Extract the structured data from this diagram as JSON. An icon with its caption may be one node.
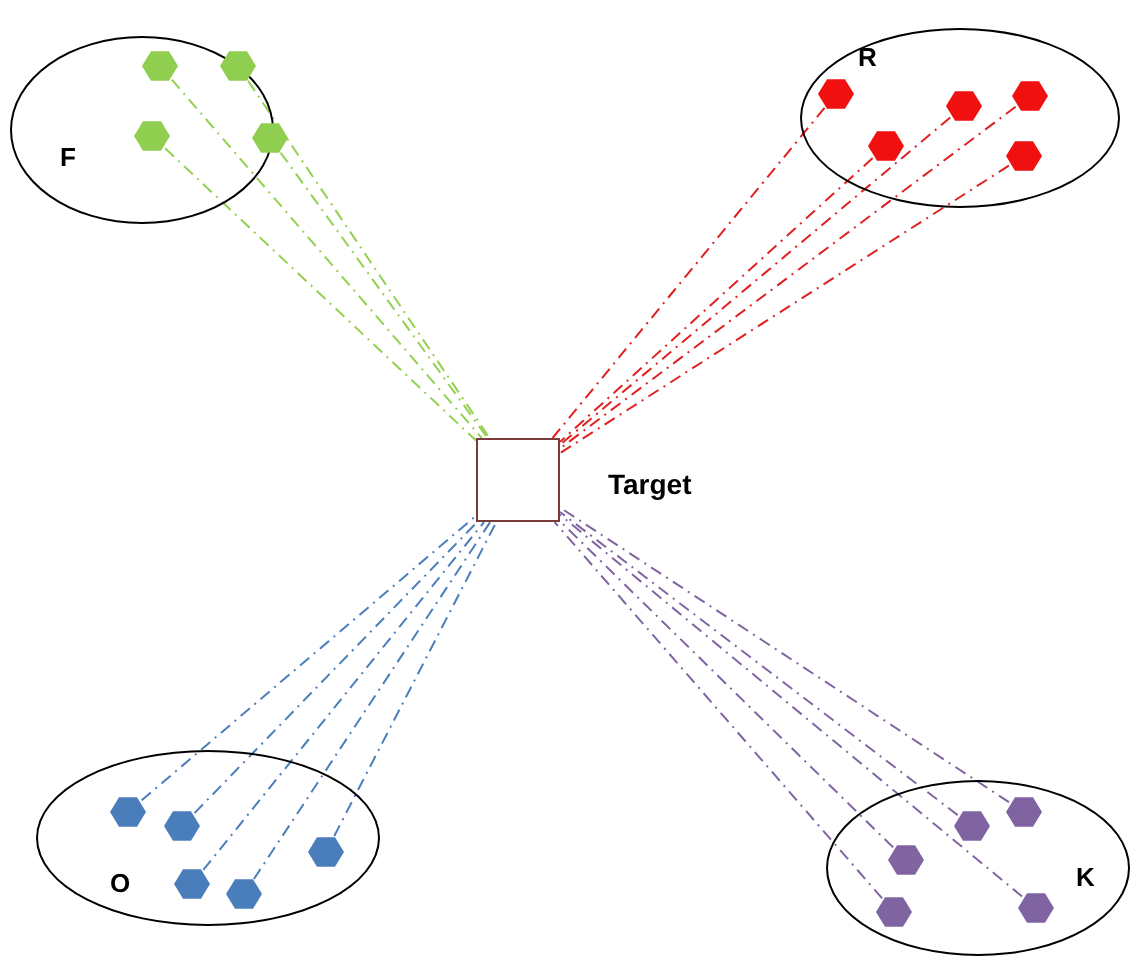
{
  "diagram": {
    "nodes": [
      {
        "text": [
          "F"
        ]
      },
      {
        "text": [],
        "shape": "hexagon",
        "in": 0
      },
      {
        "text": [],
        "shape": "hexagon",
        "in": 0
      },
      {
        "text": [],
        "shape": "hexagon",
        "in": 0
      },
      {
        "text": [],
        "shape": "hexagon",
        "in": 0
      },
      {
        "text": [
          "R"
        ]
      },
      {
        "text": [],
        "shape": "hexagon",
        "in": 5
      },
      {
        "text": [],
        "shape": "hexagon",
        "in": 5
      },
      {
        "text": [],
        "shape": "hexagon",
        "in": 5
      },
      {
        "text": [],
        "shape": "hexagon",
        "in": 5
      },
      {
        "text": [],
        "shape": "hexagon",
        "in": 5
      },
      {
        "text": [],
        "shape": "box",
        "beside": [
          "Target"
        ]
      },
      {
        "text": [
          "O"
        ]
      },
      {
        "text": [],
        "shape": "hexagon",
        "in": 12
      },
      {
        "text": [],
        "shape": "hexagon",
        "in": 12
      },
      {
        "text": [],
        "shape": "hexagon",
        "in": 12
      },
      {
        "text": [],
        "shape": "hexagon",
        "in": 12
      },
      {
        "text": [],
        "shape": "hexagon",
        "in": 12
      },
      {
        "text": [
          "K"
        ]
      },
      {
        "text": [],
        "shape": "hexagon",
        "in": 18
      },
      {
        "text": [],
        "shape": "hexagon",
        "in": 18
      },
      {
        "text": [],
        "shape": "hexagon",
        "in": 18
      },
      {
        "text": [],
        "shape": "hexagon",
        "in": 18
      },
      {
        "text": [],
        "shape": "hexagon",
        "in": 18
      }
    ],
    "edges": [
      {
        "from": 1,
        "to": 11,
        "arrow": "none",
        "style": "dashed",
        "color": "#92d050"
      },
      {
        "from": 2,
        "to": 11,
        "arrow": "none",
        "style": "dashed",
        "color": "#92d050"
      },
      {
        "from": 3,
        "to": 11,
        "arrow": "none",
        "style": "dashed",
        "color": "#92d050"
      },
      {
        "from": 4,
        "to": 11,
        "arrow": "none",
        "style": "dashed",
        "color": "#92d050"
      },
      {
        "from": 6,
        "to": 11,
        "arrow": "none",
        "style": "dashed",
        "color": "#e02020"
      },
      {
        "from": 7,
        "to": 11,
        "arrow": "none",
        "style": "dashed",
        "color": "#e02020"
      },
      {
        "from": 8,
        "to": 11,
        "arrow": "none",
        "style": "dashed",
        "color": "#e02020"
      },
      {
        "from": 9,
        "to": 11,
        "arrow": "none",
        "style": "dashed",
        "color": "#e02020"
      },
      {
        "from": 10,
        "to": 11,
        "arrow": "none",
        "style": "dashed",
        "color": "#e02020"
      },
      {
        "from": 13,
        "to": 11,
        "arrow": "none",
        "style": "dashed",
        "color": "#4a7ebb"
      },
      {
        "from": 14,
        "to": 11,
        "arrow": "none",
        "style": "dashed",
        "color": "#4a7ebb"
      },
      {
        "from": 15,
        "to": 11,
        "arrow": "none",
        "style": "dashed",
        "color": "#4a7ebb"
      },
      {
        "from": 16,
        "to": 11,
        "arrow": "none",
        "style": "dashed",
        "color": "#4a7ebb"
      },
      {
        "from": 17,
        "to": 11,
        "arrow": "none",
        "style": "dashed",
        "color": "#4a7ebb"
      },
      {
        "from": 19,
        "to": 11,
        "arrow": "none",
        "style": "dashed",
        "color": "#8064a2"
      },
      {
        "from": 20,
        "to": 11,
        "arrow": "none",
        "style": "dashed",
        "color": "#8064a2"
      },
      {
        "from": 21,
        "to": 11,
        "arrow": "none",
        "style": "dashed",
        "color": "#8064a2"
      },
      {
        "from": 22,
        "to": 11,
        "arrow": "none",
        "style": "dashed",
        "color": "#8064a2"
      },
      {
        "from": 23,
        "to": 11,
        "arrow": "none",
        "style": "dashed",
        "color": "#8064a2"
      }
    ]
  }
}
